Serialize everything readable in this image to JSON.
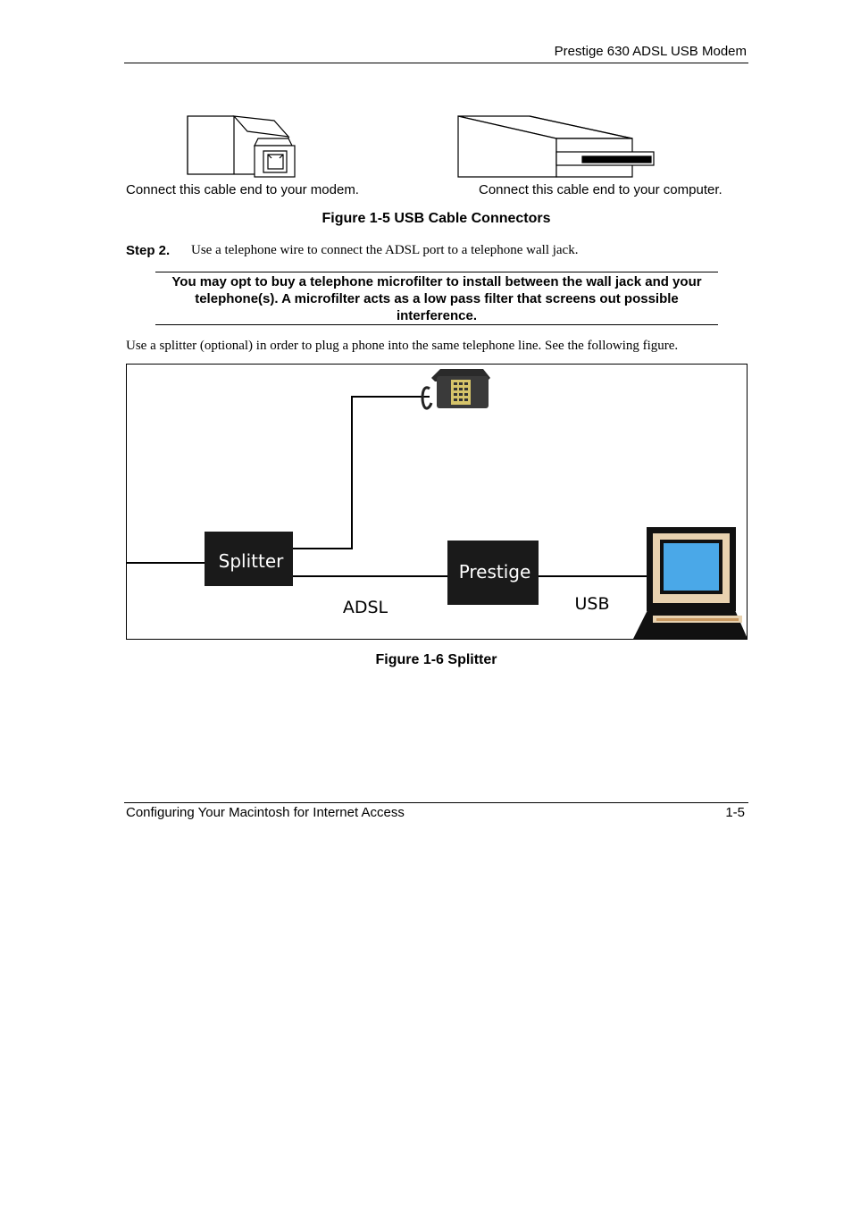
{
  "header": {
    "title": "Prestige 630 ADSL USB Modem"
  },
  "figure_usb": {
    "caption_modem": "Connect this cable end to your modem.",
    "caption_computer": "Connect this cable end to your computer.",
    "title": "Figure 1-5 USB Cable Connectors"
  },
  "step": {
    "label": "Step 2.",
    "text": "Use a telephone wire to connect the ADSL port to a telephone wall jack."
  },
  "note": {
    "text": "You may opt to buy a telephone microfilter to install between the wall jack and your telephone(s). A microfilter acts as a low pass filter that screens out possible interference."
  },
  "paragraph": {
    "text": "Use a splitter (optional) in order to plug a phone into the same telephone line. See the following figure."
  },
  "figure_splitter": {
    "splitter_label": "Splitter",
    "prestige_label": "Prestige",
    "adsl_label": "ADSL",
    "usb_label": "USB",
    "title": "Figure 1-6 Splitter",
    "colors": {
      "box_fill": "#1a1a1a",
      "box_text": "#ffffff",
      "monitor_screen": "#4aa8e8",
      "monitor_bezel": "#e8d2b0",
      "phone_body": "#3a3a3a",
      "phone_keypad": "#d6c46a"
    }
  },
  "footer": {
    "left": "Configuring Your Macintosh for Internet Access",
    "right": "1-5"
  }
}
